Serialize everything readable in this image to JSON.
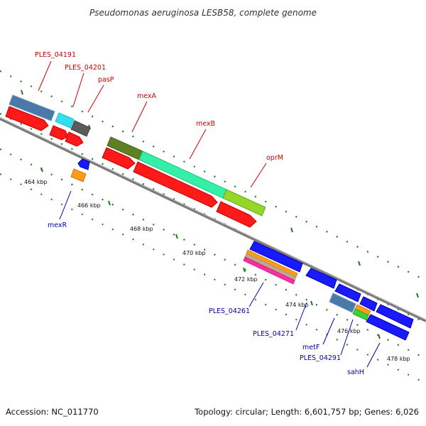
{
  "title": "Pseudomonas aeruginosa LESB58, complete genome",
  "footer": {
    "accession": "Accession: NC_011770",
    "summary": "Topology: circular; Length: 6,601,757 bp; Genes: 6,026"
  },
  "colors": {
    "forward_label": "#cc0000",
    "reverse_label": "#0000aa",
    "backbone": "#7f7f7f",
    "tick": "#1f7a1f"
  },
  "tick_labels": [
    "464 kbp",
    "466 kbp",
    "468 kbp",
    "470 kbp",
    "472 kbp",
    "474 kbp",
    "476 kbp",
    "478 kbp"
  ],
  "gene_labels": {
    "PLES_04191": "PLES_04191",
    "PLES_04201": "PLES_04201",
    "pasP": "pasP",
    "mexA": "mexA",
    "mexB": "mexB",
    "oprM": "oprM",
    "mexR": "mexR",
    "PLES_04261": "PLES_04261",
    "PLES_04271": "PLES_04271",
    "metF": "metF",
    "PLES_04291": "PLES_04291",
    "sahH": "sahH"
  }
}
